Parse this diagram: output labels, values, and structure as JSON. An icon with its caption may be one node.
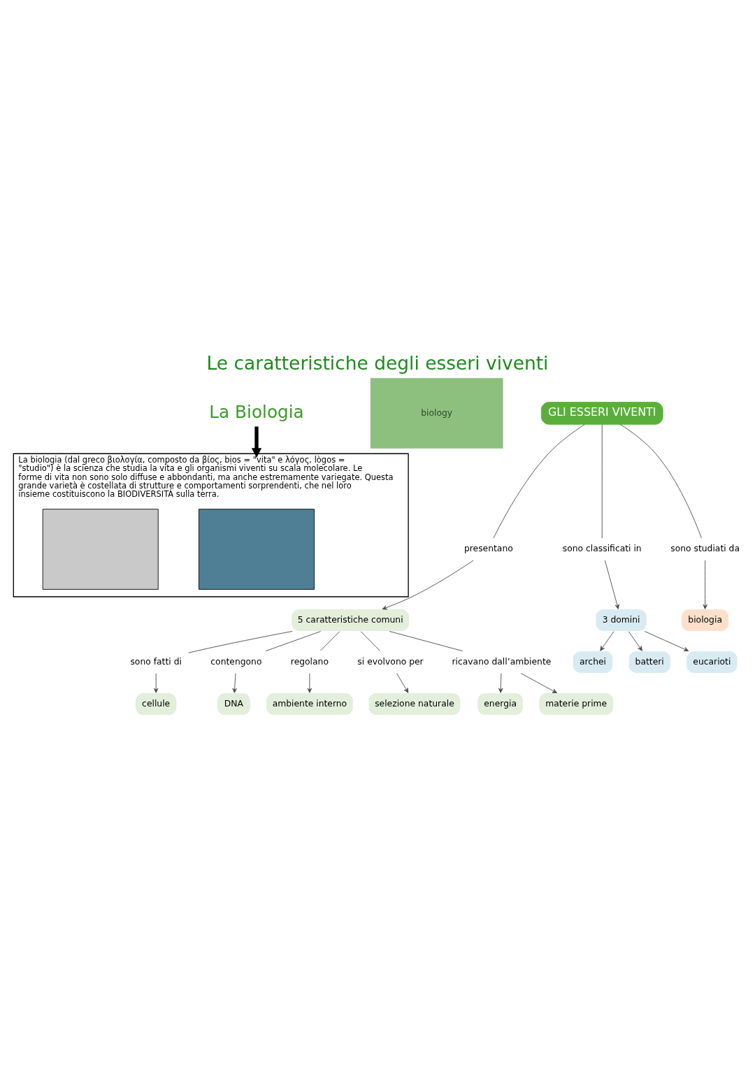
{
  "diagram": {
    "title": "Le caratteristiche degli esseri viventi",
    "nodes": [
      {
        "text": [
          "La Biologia"
        ]
      },
      {
        "text": [
          "La biologia (dal greco βιολογία, composto da βίος, bịos = \"vita\" e λόγος, lògos = \"studio\") è la scienza che studia la vita e gli organismi viventi su scala molecolare. Le forme di vita non sono solo diffuse e abbondanti, ma anche estremamente variegate. Questa grande varietà è costellata di strutture e comportamenti sorprendenti, che nel loro insieme costituiscono la BIODIVERSITÀ sulla terra."
        ]
      },
      {
        "text": [],
        "shape": "box",
        "in": 1
      },
      {
        "text": [],
        "shape": "box",
        "in": 1
      },
      {
        "text": [
          "biology"
        ]
      },
      {
        "text": [
          "GLI ESSERI VIVENTI"
        ]
      },
      {
        "text": [
          "presentano"
        ]
      },
      {
        "text": [
          "5 caratteristiche comuni"
        ]
      },
      {
        "text": [
          "sono classificati in"
        ]
      },
      {
        "text": [
          "sono studiati da"
        ]
      },
      {
        "text": [
          "biologia"
        ]
      },
      {
        "text": [
          "3 domini"
        ]
      },
      {
        "text": [
          "archei"
        ]
      },
      {
        "text": [
          "batteri"
        ]
      },
      {
        "text": [
          "eucarioti"
        ]
      },
      {
        "text": [
          "sono fatti di"
        ]
      },
      {
        "text": [
          "cellule"
        ]
      },
      {
        "text": [
          "contengono"
        ]
      },
      {
        "text": [
          "DNA"
        ]
      },
      {
        "text": [
          "regolano"
        ]
      },
      {
        "text": [
          "ambiente interno"
        ]
      },
      {
        "text": [
          "si evolvono per"
        ]
      },
      {
        "text": [
          "selezione naturale"
        ]
      },
      {
        "text": [
          "ricavano dall’ambiente"
        ]
      },
      {
        "text": [
          "energia"
        ]
      },
      {
        "text": [
          "materie prime"
        ]
      }
    ],
    "edges": [
      {
        "from": 0,
        "to": 1,
        "arrow": "to",
        "style": "thick"
      },
      {
        "from": 5,
        "to": 6,
        "arrow": "none"
      },
      {
        "from": 6,
        "to": 7,
        "arrow": "to"
      },
      {
        "from": 5,
        "to": 8,
        "arrow": "none"
      },
      {
        "from": 8,
        "to": 11,
        "arrow": "to"
      },
      {
        "from": 5,
        "to": 9,
        "arrow": "none"
      },
      {
        "from": 9,
        "to": 10,
        "arrow": "to"
      },
      {
        "from": 11,
        "to": 12,
        "arrow": "to"
      },
      {
        "from": 11,
        "to": 13,
        "arrow": "to"
      },
      {
        "from": 11,
        "to": 14,
        "arrow": "to"
      },
      {
        "from": 7,
        "to": 15,
        "arrow": "none"
      },
      {
        "from": 15,
        "to": 16,
        "arrow": "to"
      },
      {
        "from": 7,
        "to": 17,
        "arrow": "none"
      },
      {
        "from": 17,
        "to": 18,
        "arrow": "to"
      },
      {
        "from": 7,
        "to": 19,
        "arrow": "none"
      },
      {
        "from": 19,
        "to": 20,
        "arrow": "to"
      },
      {
        "from": 7,
        "to": 21,
        "arrow": "none"
      },
      {
        "from": 21,
        "to": 22,
        "arrow": "to"
      },
      {
        "from": 7,
        "to": 23,
        "arrow": "none"
      },
      {
        "from": 23,
        "to": 24,
        "arrow": "to"
      },
      {
        "from": 23,
        "to": 25,
        "arrow": "to"
      }
    ]
  }
}
